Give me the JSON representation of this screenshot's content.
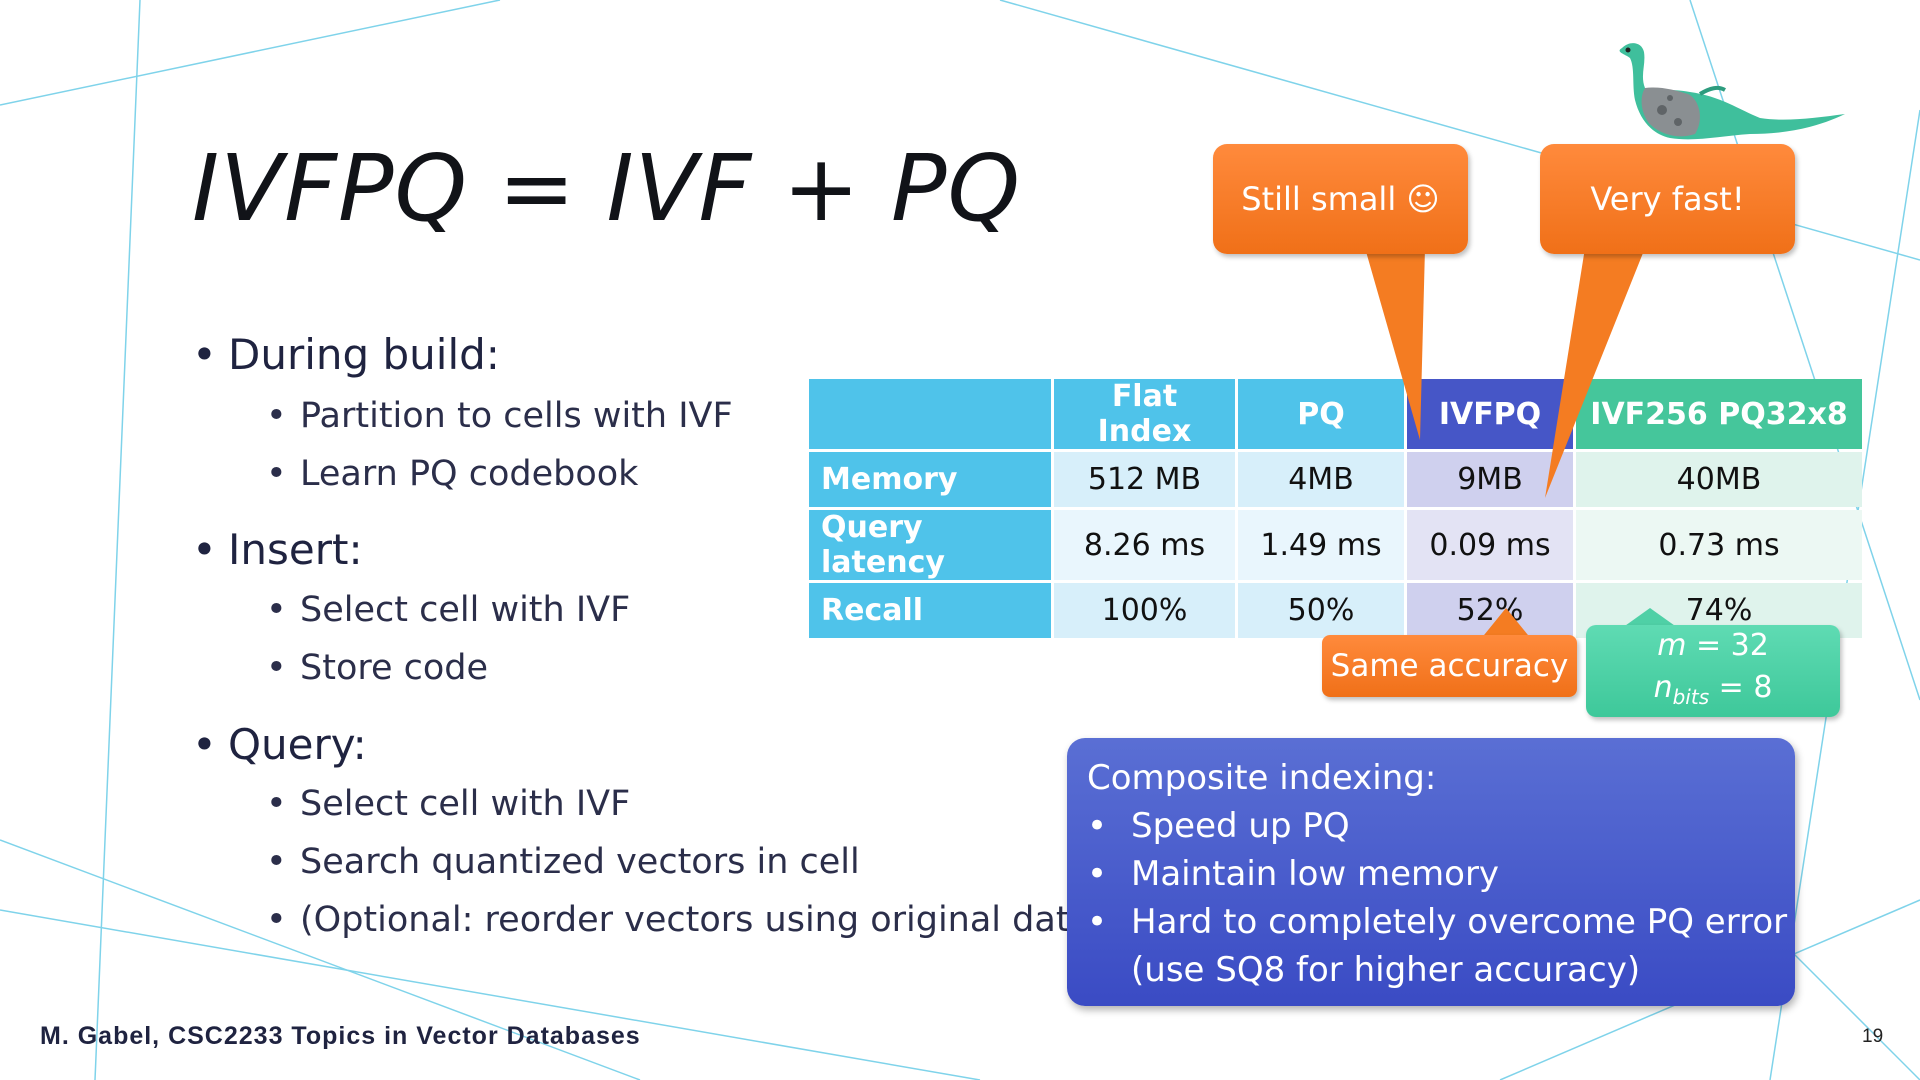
{
  "slide": {
    "title": "IVFPQ = IVF + PQ",
    "bullets": [
      {
        "text": "During build:",
        "sub": [
          "Partition to cells with IVF",
          "Learn PQ codebook"
        ]
      },
      {
        "text": "Insert:",
        "sub": [
          "Select cell with IVF",
          "Store code"
        ]
      },
      {
        "text": "Query:",
        "sub": [
          "Select cell with IVF",
          "Search quantized vectors in cell",
          "(Optional: reorder vectors using original data)"
        ]
      }
    ],
    "footer": "M. Gabel, CSC2233 Topics in Vector Databases",
    "page_number": "19"
  },
  "table": {
    "headers": [
      "",
      "Flat Index",
      "PQ",
      "IVFPQ",
      "IVF256 PQ32x8"
    ],
    "rows": [
      {
        "label": "Memory",
        "values": [
          "512 MB",
          "4MB",
          "9MB",
          "40MB"
        ]
      },
      {
        "label": "Query latency",
        "values": [
          "8.26 ms",
          "1.49 ms",
          "0.09 ms",
          "0.73 ms"
        ]
      },
      {
        "label": "Recall",
        "values": [
          "100%",
          "50%",
          "52%",
          "74%"
        ]
      }
    ]
  },
  "callouts": {
    "still_small": "Still small ☺",
    "very_fast": "Very fast!",
    "same_accuracy": "Same accuracy",
    "params_m": "m",
    "params_m_value": " = 32",
    "params_n": "n",
    "params_n_sub": "bits",
    "params_n_value": " = 8"
  },
  "composite": {
    "title": "Composite indexing:",
    "items": [
      "Speed up PQ",
      "Maintain low memory",
      "Hard to completely overcome PQ error",
      "(use SQ8 for higher accuracy)"
    ]
  },
  "colors": {
    "table_header": "#4fc3ea",
    "ivfpq_header": "#4656c7",
    "ivf256_header": "#45c69b",
    "callout_orange": "#f07018",
    "callout_green": "#45c69b",
    "composite_box": "#3a4bc4",
    "deco_lines": "#6fd0e8"
  }
}
